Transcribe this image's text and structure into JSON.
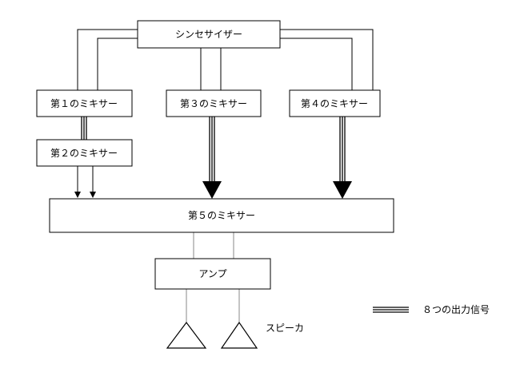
{
  "diagram": {
    "nodes": {
      "synth": "シンセサイザー",
      "mixer1": "第１のミキサー",
      "mixer2": "第２のミキサー",
      "mixer3": "第３のミキサー",
      "mixer4": "第４のミキサー",
      "mixer5": "第５のミキサー",
      "amp": "アンプ"
    },
    "speaker_label": "スピーカ",
    "legend": {
      "label": "８つの出力信号"
    }
  }
}
